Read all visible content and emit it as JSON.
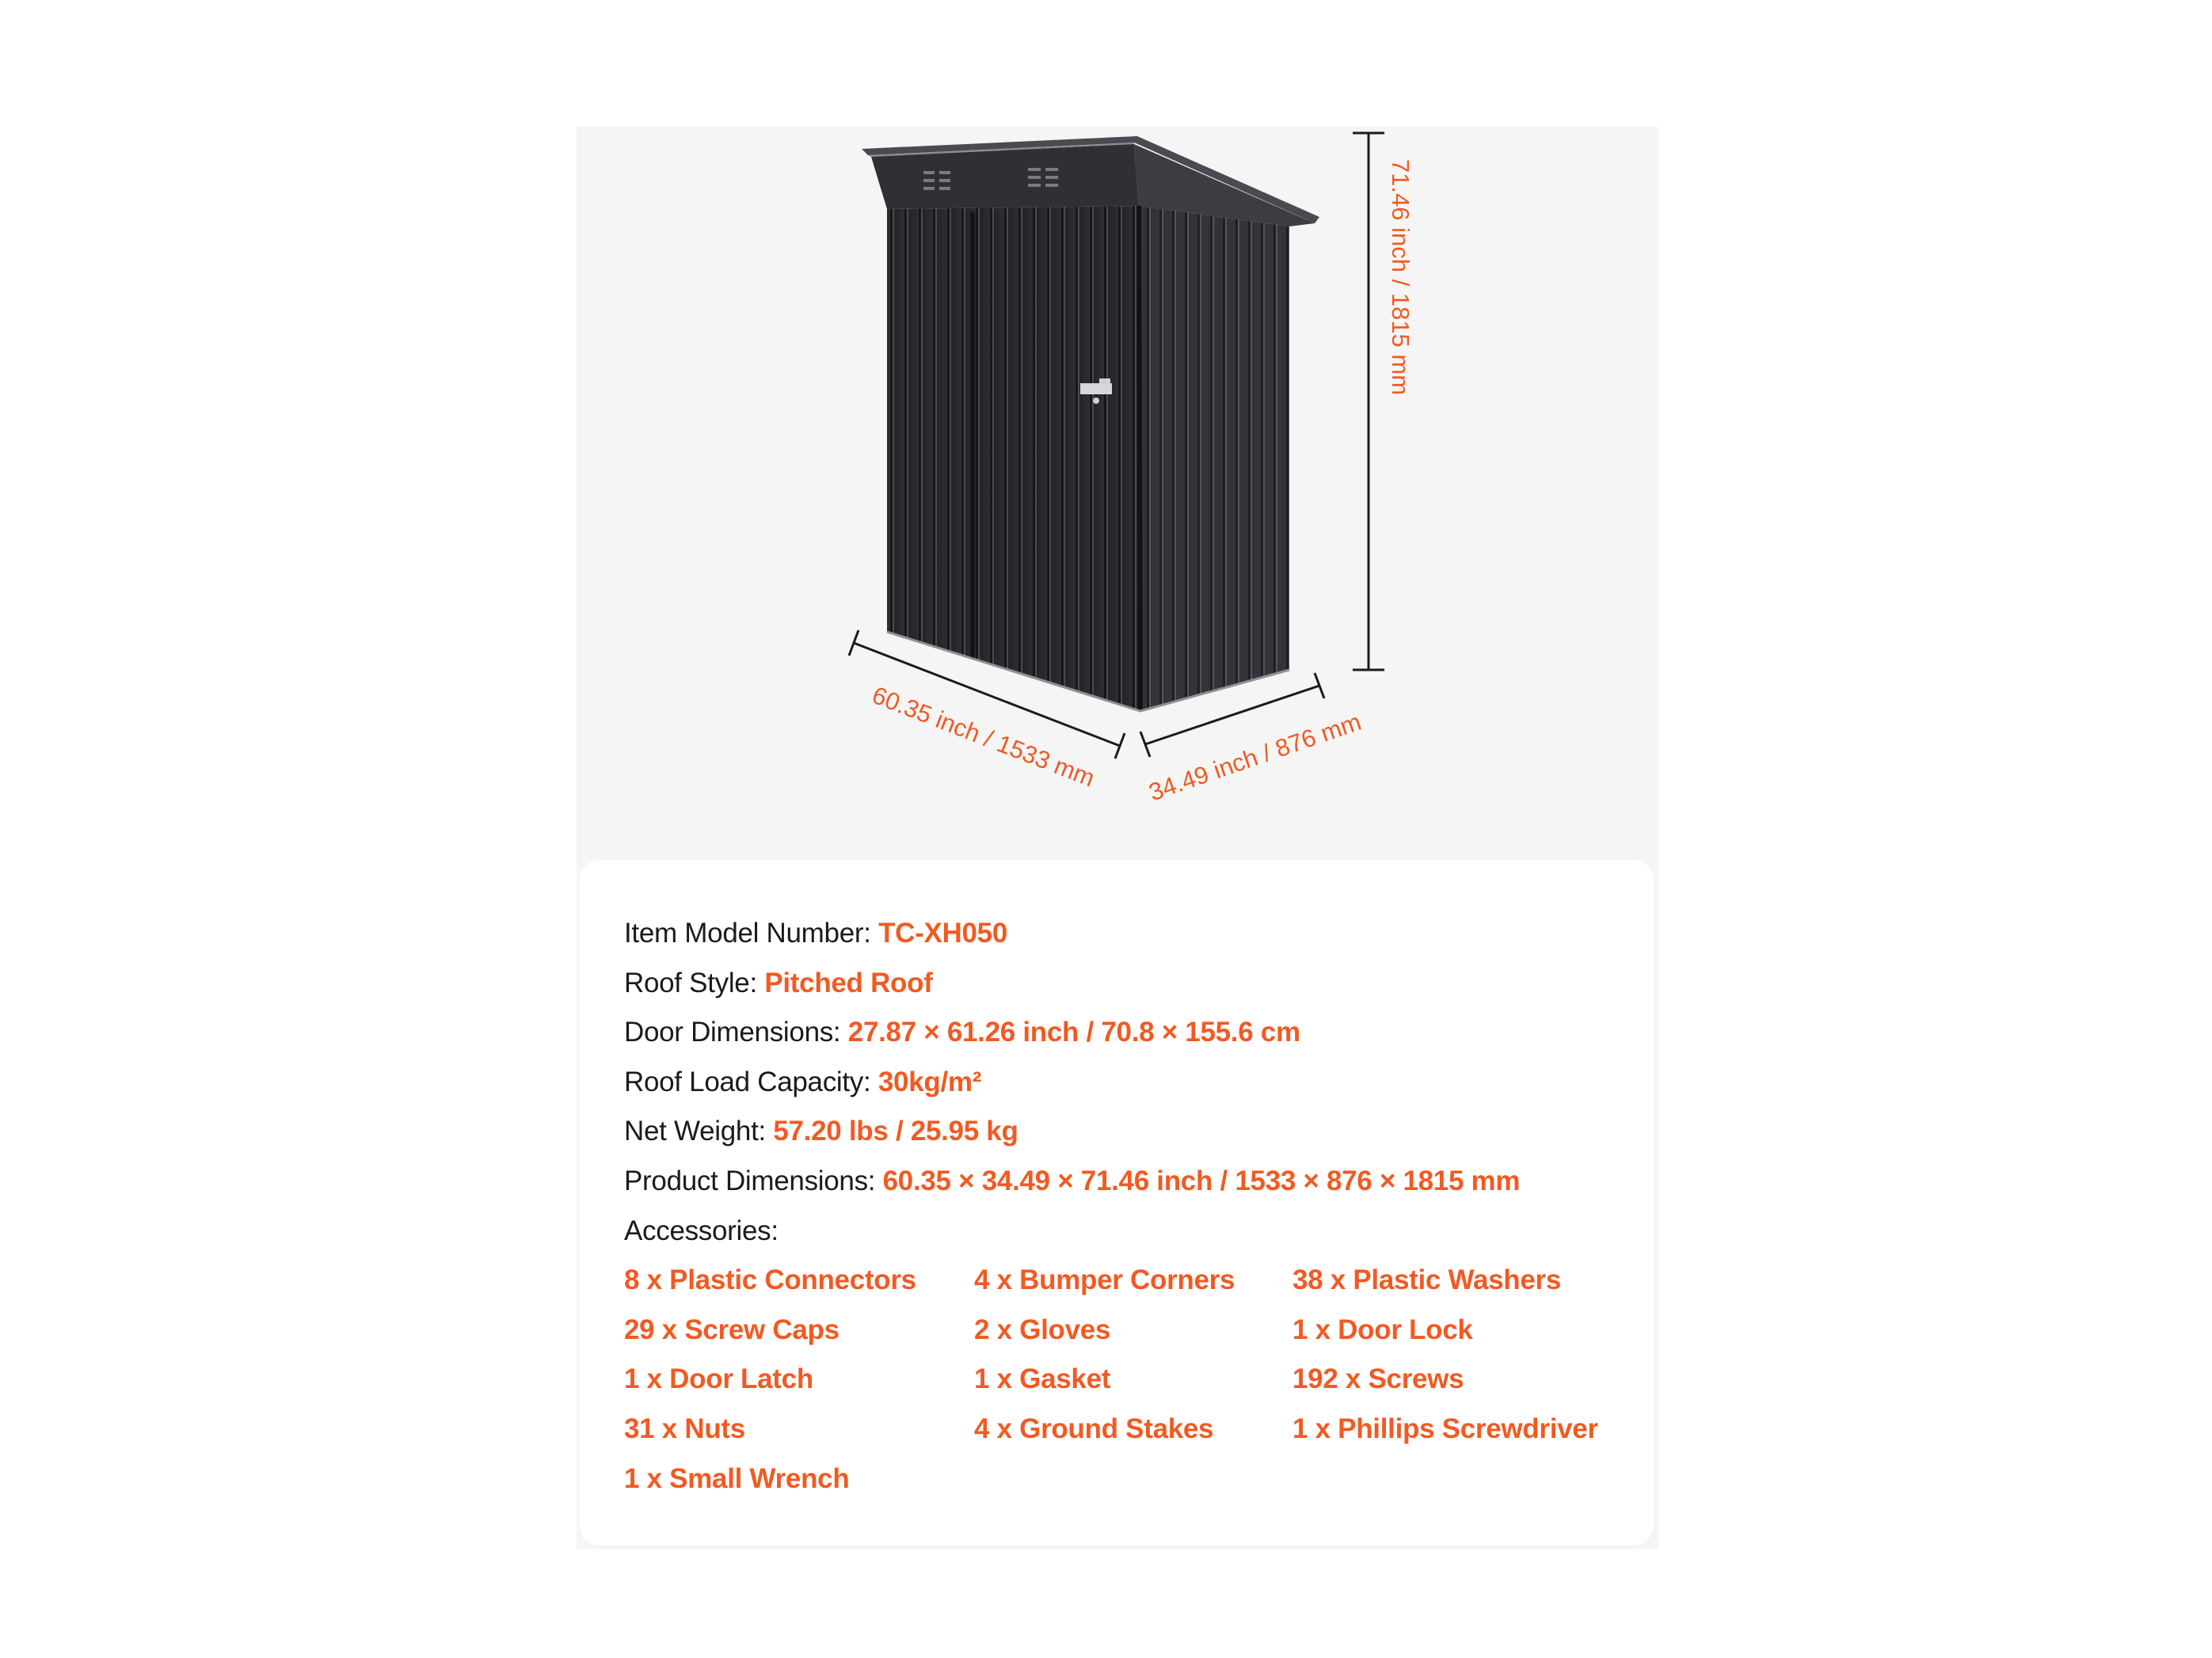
{
  "dimensions": {
    "height": "71.46 inch / 1815 mm",
    "length": "60.35 inch / 1533 mm",
    "depth": "34.49 inch / 876 mm"
  },
  "specs": [
    {
      "label": "Item Model Number: ",
      "value": "TC-XH050"
    },
    {
      "label": "Roof Style: ",
      "value": "Pitched Roof"
    },
    {
      "label": "Door Dimensions: ",
      "value": "27.87 × 61.26 inch / 70.8 × 155.6 cm"
    },
    {
      "label": "Roof Load Capacity: ",
      "value": "30kg/m²"
    },
    {
      "label": "Net Weight: ",
      "value": "57.20 lbs / 25.95 kg"
    },
    {
      "label": "Product Dimensions: ",
      "value": "60.35 × 34.49 × 71.46 inch / 1533 × 876 × 1815 mm"
    }
  ],
  "accessories_label": "Accessories:",
  "accessories": [
    "8 x Plastic Connectors",
    "4 x Bumper Corners",
    "38 x Plastic Washers",
    "29 x Screw Caps",
    "2 x Gloves",
    "1 x Door Lock",
    "1 x Door Latch",
    "1 x Gasket",
    "192 x Screws",
    "31 x Nuts",
    "4 x Ground Stakes",
    "1 x Phillips Screwdriver",
    "1 x Small Wrench"
  ],
  "colors": {
    "accent": "#f15a22",
    "text": "#1b1b1b",
    "panel_background": "#f5f5f5",
    "shed_body": "#2b2c2f"
  }
}
